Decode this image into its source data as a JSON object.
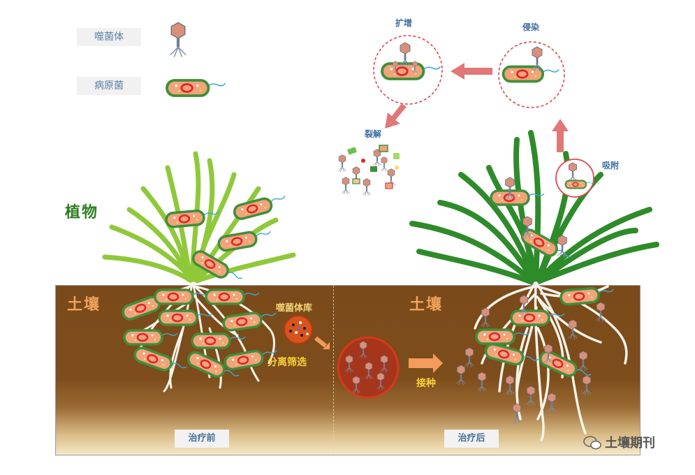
{
  "legend": {
    "phage_label": "噬菌体",
    "pathogen_label": "病原菌"
  },
  "labels": {
    "plant": "植物",
    "soil_left": "土壤",
    "soil_right": "土壤",
    "phage_library": "噬菌体库",
    "isolation_screening": "分离筛选",
    "inoculation": "接种",
    "before_treatment": "治疗前",
    "after_treatment": "治疗后"
  },
  "cycle": {
    "amplify": "扩增",
    "infect": "侵染",
    "lysis": "裂解",
    "adsorb": "吸附"
  },
  "watermark": "土壤期刊",
  "colors": {
    "soil": "#7a4a1a",
    "plant_left": "#8fc93a",
    "plant_right": "#2e8b2a",
    "bacteria_body": "#f2a37a",
    "bacteria_border": "#3f8f3a",
    "cycle_circle": "#e0464b",
    "arrow_cycle": "#e07878",
    "arrow_orange": "#f39b5a",
    "label_blue": "#3c6ea0"
  }
}
